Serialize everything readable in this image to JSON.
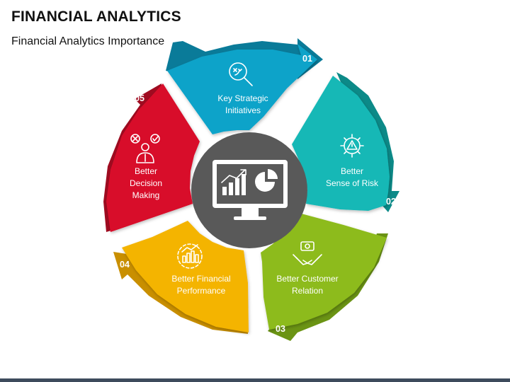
{
  "header": {
    "title": "FINANCIAL ANALYTICS",
    "subtitle": "Financial Analytics Importance"
  },
  "colors": {
    "seg1": "#10a3c9",
    "seg1_dark": "#0a7b99",
    "seg2": "#13b8b6",
    "seg2_dark": "#0c8a88",
    "seg3": "#8dbb1c",
    "seg3_dark": "#6b9414",
    "seg4": "#f4b400",
    "seg4_dark": "#c98f00",
    "seg5": "#d80f2c",
    "seg5_dark": "#9f0b20",
    "center": "#595959",
    "bottom_bar": "#3d4b5c"
  },
  "segments": [
    {
      "number": "01",
      "line1": "Key Strategic",
      "line2": "Initiatives",
      "icon": "magnifier-strategy-icon"
    },
    {
      "number": "02",
      "line1": "Better",
      "line2": "Sense of Risk",
      "icon": "gear-warning-icon"
    },
    {
      "number": "03",
      "line1": "Better Customer",
      "line2": "Relation",
      "icon": "handshake-icon"
    },
    {
      "number": "04",
      "line1": "Better Financial",
      "line2": "Performance",
      "icon": "bar-chart-circle-icon"
    },
    {
      "number": "05",
      "line1": "Better",
      "line2": "Decision",
      "line3": "Making",
      "icon": "person-decision-icon"
    }
  ],
  "center": {
    "icon": "monitor-analytics-icon"
  }
}
